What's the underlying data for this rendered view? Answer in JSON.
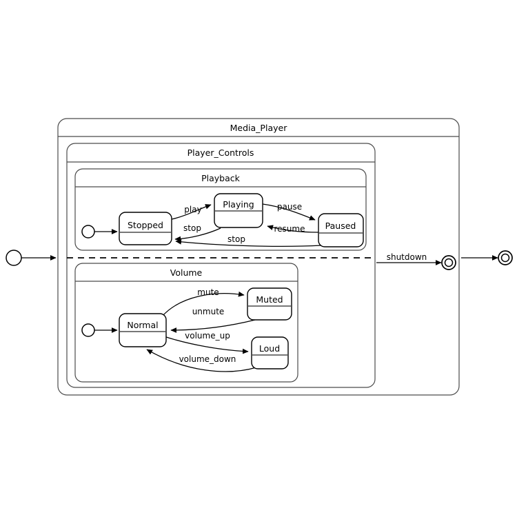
{
  "diagram": {
    "type": "uml-state-machine",
    "title": "Media_Player",
    "background": "#ffffff",
    "line_color": "#000000",
    "region_line_color": "#4a4a4a"
  },
  "regions": {
    "media_player": {
      "label": "Media_Player"
    },
    "player_controls": {
      "label": "Player_Controls"
    },
    "playback": {
      "label": "Playback"
    },
    "volume": {
      "label": "Volume"
    }
  },
  "states": {
    "stopped": {
      "label": "Stopped"
    },
    "playing": {
      "label": "Playing"
    },
    "paused": {
      "label": "Paused"
    },
    "normal": {
      "label": "Normal"
    },
    "muted": {
      "label": "Muted"
    },
    "loud": {
      "label": "Loud"
    }
  },
  "transitions": {
    "play": {
      "label": "play",
      "from": "Stopped",
      "to": "Playing"
    },
    "pause": {
      "label": "pause",
      "from": "Playing",
      "to": "Paused"
    },
    "stop_from_playing": {
      "label": "stop",
      "from": "Playing",
      "to": "Stopped"
    },
    "resume": {
      "label": "resume",
      "from": "Paused",
      "to": "Playing"
    },
    "stop_from_paused": {
      "label": "stop",
      "from": "Paused",
      "to": "Stopped"
    },
    "mute": {
      "label": "mute",
      "from": "Normal",
      "to": "Muted"
    },
    "unmute": {
      "label": "unmute",
      "from": "Muted",
      "to": "Normal"
    },
    "volume_up": {
      "label": "volume_up",
      "from": "Normal",
      "to": "Loud"
    },
    "volume_down": {
      "label": "volume_down",
      "from": "Loud",
      "to": "Normal"
    },
    "shutdown": {
      "label": "shutdown",
      "from": "Player_Controls",
      "to": "final"
    }
  },
  "pseudostates": {
    "initial_outer": {
      "kind": "initial"
    },
    "initial_playback": {
      "kind": "initial"
    },
    "initial_volume": {
      "kind": "initial"
    },
    "final_inner": {
      "kind": "final"
    },
    "final_outer": {
      "kind": "final"
    }
  }
}
